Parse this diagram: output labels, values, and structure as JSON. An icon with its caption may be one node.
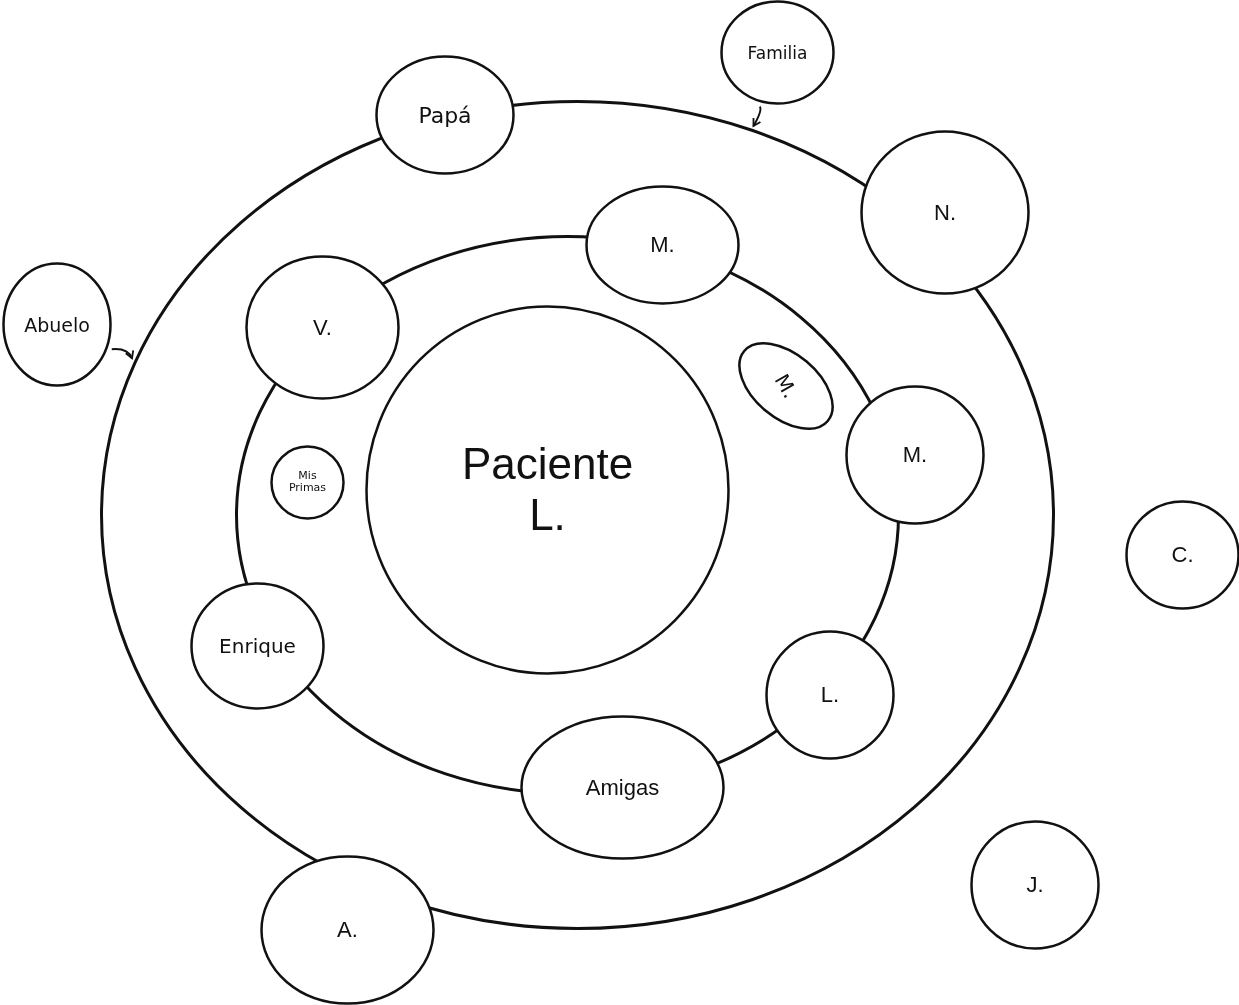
{
  "diagram": {
    "nodes": [
      {
        "text": [],
        "shape": "circle"
      },
      {
        "text": [],
        "shape": "circle",
        "in": 0
      },
      {
        "text": [
          "Paciente L."
        ],
        "in": 1
      },
      {
        "text": [
          "Papá"
        ]
      },
      {
        "text": [
          "Familia"
        ]
      },
      {
        "text": [
          "Abuelo"
        ]
      },
      {
        "text": [
          "N."
        ]
      },
      {
        "text": [
          "M."
        ],
        "in": 0
      },
      {
        "text": [
          "V."
        ],
        "in": 0
      },
      {
        "text": [
          "M."
        ],
        "in": 1
      },
      {
        "text": [
          "M."
        ],
        "in": 0
      },
      {
        "text": [
          "Mis Primas"
        ],
        "in": 1
      },
      {
        "text": [
          "C."
        ]
      },
      {
        "text": [
          "Enrique"
        ],
        "in": 0
      },
      {
        "text": [
          "L."
        ],
        "in": 0
      },
      {
        "text": [
          "Amigas"
        ],
        "in": 0
      },
      {
        "text": [
          "J."
        ]
      },
      {
        "text": [
          "A."
        ]
      }
    ],
    "edges": [
      {
        "from": 5,
        "to": 0,
        "arrow": "to"
      },
      {
        "from": 4,
        "to": 0,
        "arrow": "to"
      }
    ]
  }
}
